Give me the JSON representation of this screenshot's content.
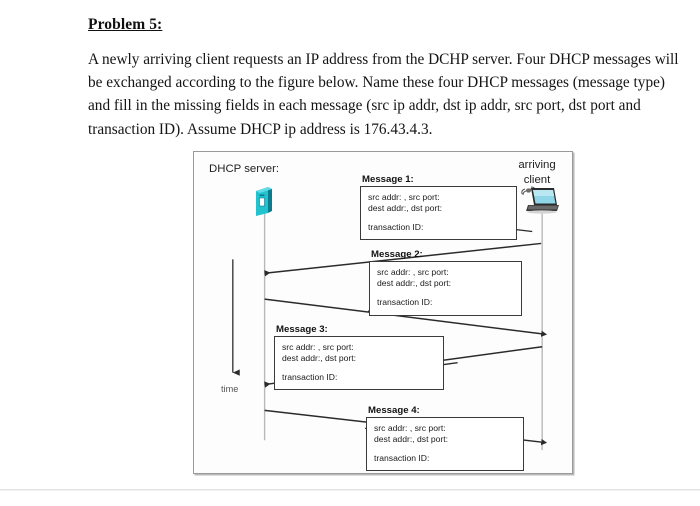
{
  "problem": {
    "heading": "Problem 5:",
    "body": "A newly arriving client requests an IP address from the DCHP server. Four DHCP messages will be exchanged according to the figure below. Name these four DHCP messages (message type) and fill in the missing fields in each message (src ip addr, dst ip addr, src port, dst port and transaction ID). Assume DHCP ip address is 176.43.4.3."
  },
  "figure": {
    "server_label": "DHCP server:",
    "client_label": "arriving client",
    "time_label": "time",
    "icons": {
      "server": "server-icon",
      "client": "laptop-icon",
      "wireless": "wifi-icon"
    },
    "messages": [
      {
        "title": "Message 1:",
        "line1": "src addr: , src port:",
        "line2": "dest addr:, dst port:",
        "line3": "transaction ID:",
        "direction": "client-to-server"
      },
      {
        "title": "Message 2:",
        "line1": "src addr: , src port:",
        "line2": "dest addr:, dst port:",
        "line3": "transaction ID:",
        "direction": "server-to-client"
      },
      {
        "title": "Message 3:",
        "line1": "src addr: , src port:",
        "line2": "dest addr:, dst port:",
        "line3": "transaction ID:",
        "direction": "client-to-server"
      },
      {
        "title": "Message 4:",
        "line1": "src addr: , src port:",
        "line2": "dest addr:, dst port:",
        "line3": "transaction ID:",
        "direction": "server-to-client"
      }
    ]
  },
  "colors": {
    "server_teal": "#1bb8c4",
    "server_dark": "#0f7f96",
    "frame_border": "#9a9a9a",
    "line_stroke": "#333333",
    "lifeline": "#b5b5b5"
  }
}
